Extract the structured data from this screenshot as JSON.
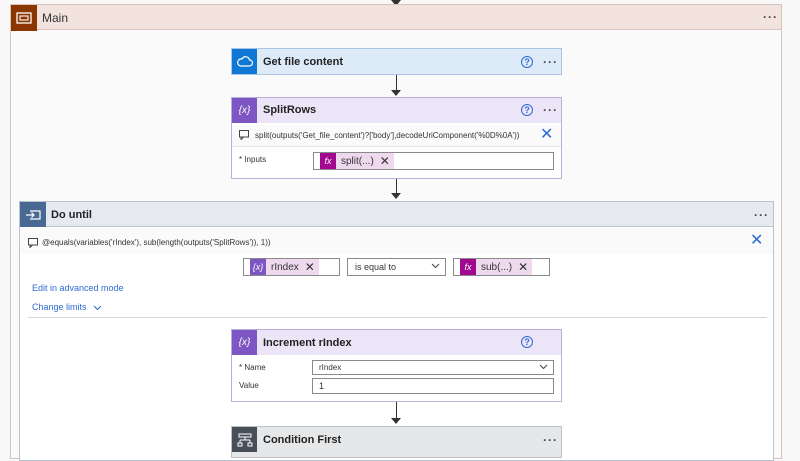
{
  "scope": {
    "title": "Main",
    "menu": "···",
    "icon": "scope-icon",
    "color": "#8b3500"
  },
  "get_file": {
    "title": "Get file content",
    "menu": "···",
    "help": "?",
    "icon": "onedrive-cloud-icon",
    "color": "#0f78d4"
  },
  "split_rows": {
    "title": "SplitRows",
    "menu": "···",
    "help": "?",
    "icon": "variable-icon",
    "icon_text": "{x}",
    "color": "#7d56c4",
    "expression": "split(outputs('Get_file_content')?['body'],decodeUriComponent('%0D%0A'))",
    "inputs_label": "* Inputs",
    "token": "split(...)",
    "token_icon": "fx"
  },
  "do_until": {
    "title": "Do until",
    "menu": "···",
    "icon": "loop-icon",
    "color": "#486991",
    "expression": "@equals(variables('rIndex'), sub(length(outputs('SplitRows')), 1))",
    "left_token": "rIndex",
    "left_token_icon": "{x}",
    "operator": "is equal to",
    "right_token": "sub(...)",
    "right_token_icon": "fx",
    "advanced_link": "Edit in advanced mode",
    "limits_link": "Change limits"
  },
  "increment": {
    "title": "Increment rIndex",
    "help": "?",
    "icon": "variable-icon",
    "icon_text": "{x}",
    "color": "#7d56c4",
    "name_label": "* Name",
    "name_value": "rIndex",
    "value_label": "Value",
    "value_value": "1"
  },
  "condition": {
    "title": "Condition First",
    "menu": "···",
    "icon": "condition-icon",
    "color": "#484f58"
  }
}
